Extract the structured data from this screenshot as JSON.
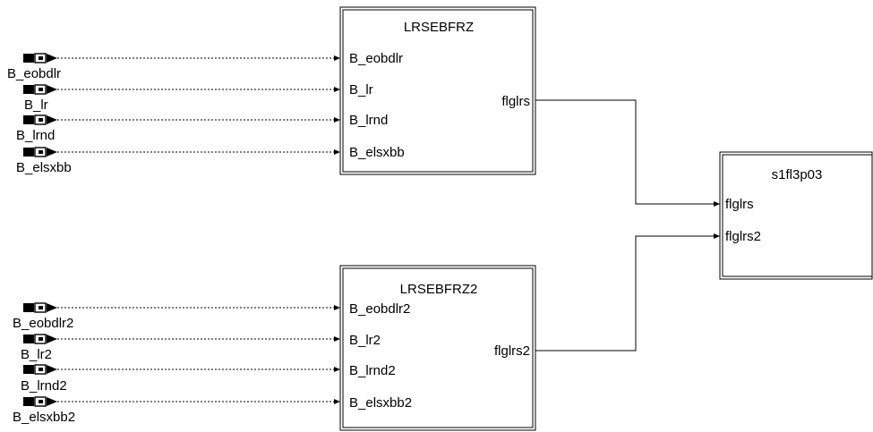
{
  "blocks": {
    "lrsebfrz": {
      "title": "LRSEBFRZ",
      "inputs": [
        "B_eobdlr",
        "B_lr",
        "B_lrnd",
        "B_elsxbb"
      ],
      "output": "flglrs"
    },
    "lrsebfrz2": {
      "title": "LRSEBFRZ2",
      "inputs": [
        "B_eobdlr2",
        "B_lr2",
        "B_lrnd2",
        "B_elsxbb2"
      ],
      "output": "flglrs2"
    },
    "s1fl3p03": {
      "title": "s1fl3p03",
      "inputs": [
        "flglrs",
        "flglrs2"
      ]
    }
  },
  "signals_top": [
    "B_eobdlr",
    "B_lr",
    "B_lrnd",
    "B_elsxbb"
  ],
  "signals_bottom": [
    "B_eobdlr2",
    "B_lr2",
    "B_lrnd2",
    "B_elsxbb2"
  ]
}
